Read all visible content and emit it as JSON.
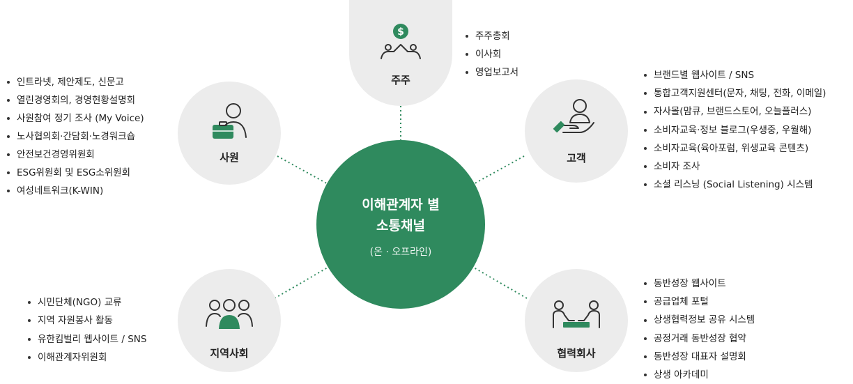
{
  "center": {
    "title_line1": "이해관계자 별",
    "title_line2": "소통채널",
    "subtitle": "(온 · 오프라인)"
  },
  "colors": {
    "accent": "#2f8a5e",
    "node_bg": "#ececec",
    "icon_line": "#333333"
  },
  "stakeholders": {
    "shareholders": {
      "label": "주주",
      "icon": "shareholder-icon",
      "items": [
        "주주총회",
        "이사회",
        "영업보고서"
      ]
    },
    "employees": {
      "label": "사원",
      "icon": "employee-icon",
      "items": [
        "인트라넷, 제안제도, 신문고",
        "열린경영회의, 경영현황설명회",
        "사원참여 정기 조사 (My Voice)",
        "노사협의회·간담회·노경워크숍",
        "안전보건경영위원회",
        "ESG위원회 및 ESG소위원회",
        "여성네트워크(K-WIN)"
      ]
    },
    "customers": {
      "label": "고객",
      "icon": "customer-icon",
      "items": [
        "브랜드별 웹사이트 / SNS",
        "통합고객지원센터(문자, 채팅, 전화, 이메일)",
        "자사몰(맘큐, 브랜드스토어, 오늘플러스)",
        "소비자교육·정보 블로그(우생중, 우월해)",
        "소비자교육(육아포럼, 위생교육 콘텐츠)",
        "소비자 조사",
        "소셜 리스닝 (Social Listening) 시스템"
      ]
    },
    "community": {
      "label": "지역사회",
      "icon": "community-icon",
      "items": [
        "시민단체(NGO) 교류",
        "지역 자원봉사 활동",
        "유한킴벌리 웹사이트 / SNS",
        "이해관계자위원회"
      ]
    },
    "partners": {
      "label": "협력회사",
      "icon": "partner-icon",
      "items": [
        "동반성장 웹사이트",
        "공급업체 포털",
        "상생협력정보 공유 시스템",
        "공정거래 동반성장 협약",
        "동반성장 대표자 설명회",
        "상생 아카데미"
      ]
    }
  }
}
